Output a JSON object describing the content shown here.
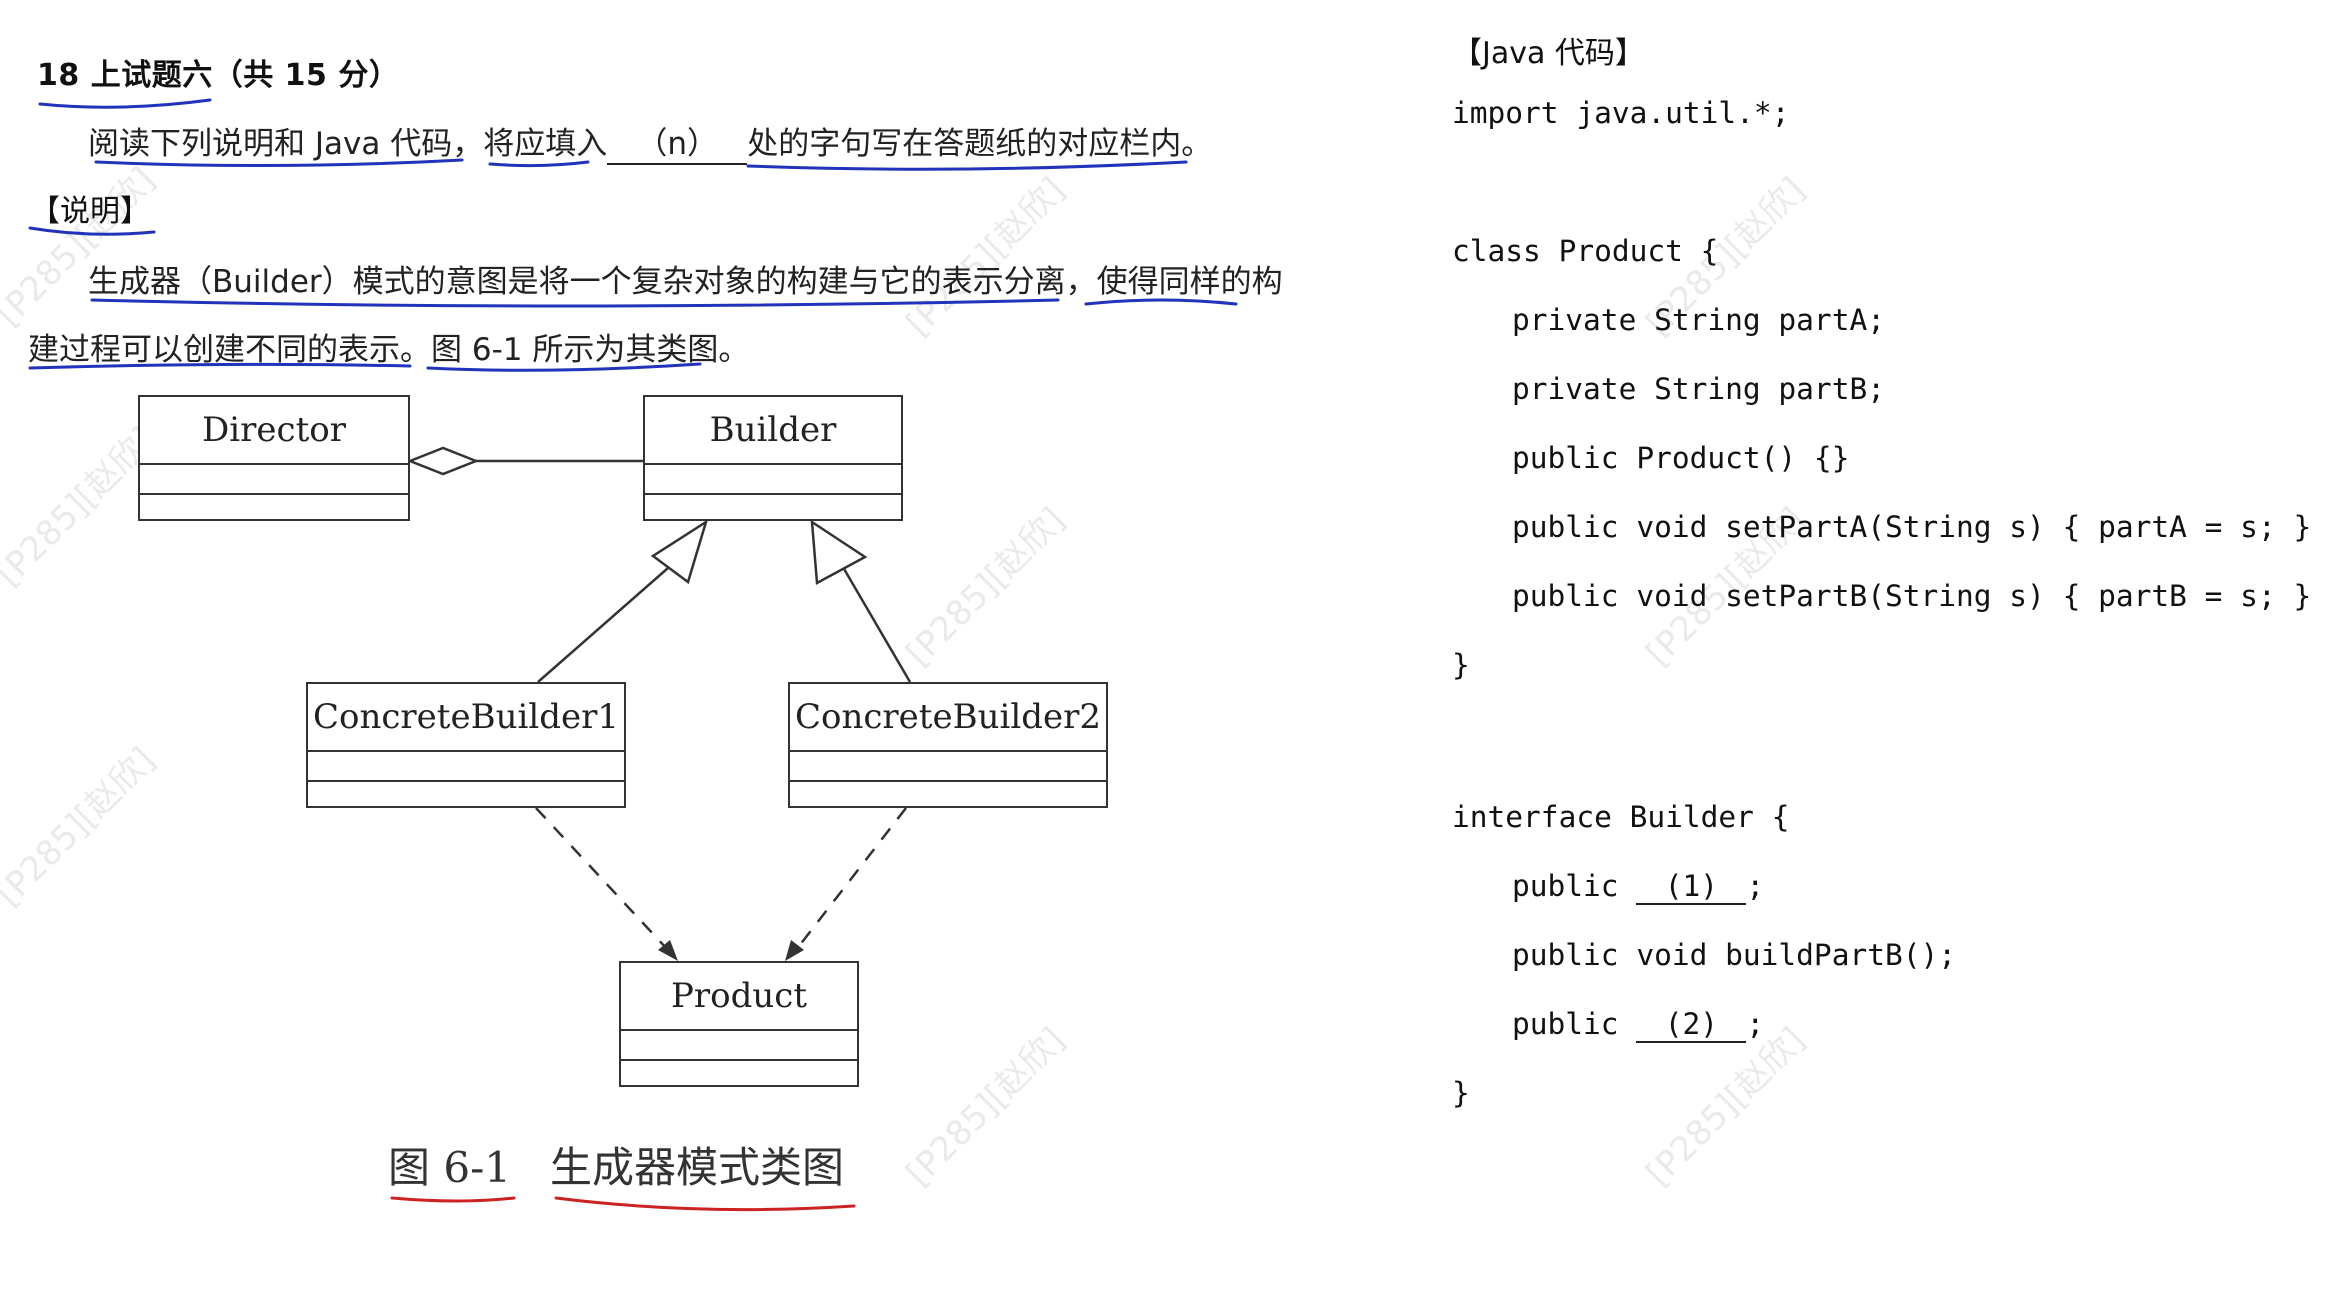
{
  "question": {
    "title": "18 上试题六（共 15 分）",
    "instruction_a": "阅读下列说明和 Java 代码，将应填入",
    "instruction_blank": "（n）",
    "instruction_b": "处的字句写在答题纸的对应栏内。",
    "section_label": "【说明】",
    "desc_line1": "生成器（Builder）模式的意图是将一个复杂对象的构建与它的表示分离，使得同样的构",
    "desc_line2": "建过程可以创建不同的表示。图 6-1 所示为其类图。"
  },
  "diagram": {
    "classes": [
      "Director",
      "Builder",
      "ConcreteBuilder1",
      "ConcreteBuilder2",
      "Product"
    ],
    "caption_num": "图 6-1",
    "caption_text": "生成器模式类图"
  },
  "code": {
    "section_label": "【Java 代码】",
    "lines": [
      "import java.util.*;",
      "class Product {",
      "private String partA;",
      "private String partB;",
      "public Product() {}",
      "public void setPartA(String s) { partA = s; }",
      "public void setPartB(String s) { partB = s; }",
      "}",
      "interface Builder {",
      "public",
      "(1)",
      ";",
      "public void buildPartB();",
      "public",
      "(2)",
      ";",
      "}"
    ]
  },
  "watermark": "[P285][赵欣]",
  "colors": {
    "annotation_blue": "#2233bb",
    "annotation_red": "#cc2222",
    "watermark": "#d9d9d9"
  }
}
